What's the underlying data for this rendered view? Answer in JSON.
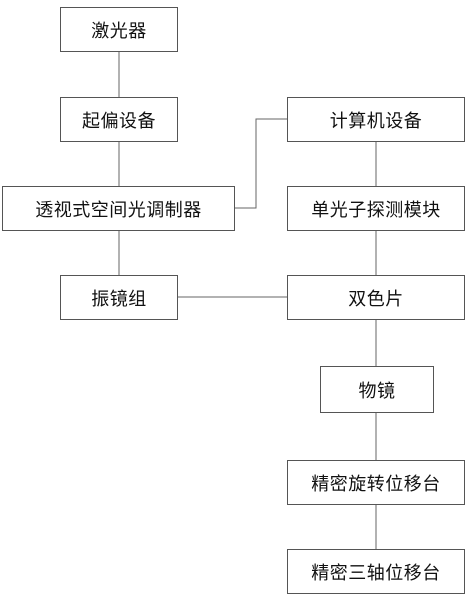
{
  "diagram": {
    "nodes": {
      "laser": "激光器",
      "polarizer": "起偏设备",
      "slm": "透视式空间光调制器",
      "galvo": "振镜组",
      "computer": "计算机设备",
      "spad": "单光子探测模块",
      "dichroic": "双色片",
      "objective": "物镜",
      "rotation_stage": "精密旋转位移台",
      "triaxial_stage": "精密三轴位移台"
    },
    "edges": [
      [
        "laser",
        "polarizer"
      ],
      [
        "polarizer",
        "slm"
      ],
      [
        "slm",
        "galvo"
      ],
      [
        "slm",
        "computer"
      ],
      [
        "computer",
        "spad"
      ],
      [
        "spad",
        "dichroic"
      ],
      [
        "galvo",
        "dichroic"
      ],
      [
        "dichroic",
        "objective"
      ],
      [
        "objective",
        "rotation_stage"
      ],
      [
        "rotation_stage",
        "triaxial_stage"
      ]
    ]
  }
}
